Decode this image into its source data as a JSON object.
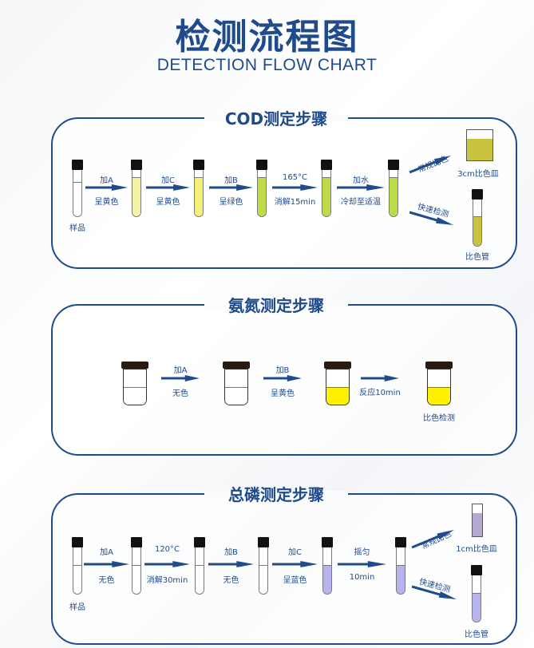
{
  "header": {
    "title": "检测流程图",
    "subtitle": "DETECTION FLOW CHART"
  },
  "colors": {
    "brand_blue": "#1f4a8c",
    "clear": "#ffffff",
    "pale_yellow": "#f6f2a8",
    "yellow": "#f4f07a",
    "yellow_green": "#bedc48",
    "olive": "#c8c440",
    "bright_yellow": "#fff200",
    "lavender": "#b7b3ee",
    "cuvette_lavender": "#b5a8d0"
  },
  "cod": {
    "title": "COD测定步骤",
    "sample_label": "样品",
    "steps": [
      {
        "top": "加A",
        "bottom": "呈黄色"
      },
      {
        "top": "加C",
        "bottom": "呈黄色"
      },
      {
        "top": "加B",
        "bottom": "呈绿色"
      },
      {
        "top": "165°C",
        "bottom": "消解15min"
      },
      {
        "top": "加水",
        "bottom": "冷却至适温"
      }
    ],
    "branch_up_label": "常规比色",
    "branch_down_label": "快速检测",
    "cuvette_label": "3cm比色皿",
    "tube_label": "比色管"
  },
  "ammonia": {
    "title": "氨氮测定步骤",
    "steps": [
      {
        "top": "加A",
        "bottom": "无色"
      },
      {
        "top": "加B",
        "bottom": "呈黄色"
      },
      {
        "top": "",
        "bottom": "反应10min"
      }
    ],
    "final_label": "比色检测"
  },
  "phosphorus": {
    "title": "总磷测定步骤",
    "sample_label": "样品",
    "steps": [
      {
        "top": "加A",
        "bottom": "无色"
      },
      {
        "top": "120°C",
        "bottom": "消解30min"
      },
      {
        "top": "加B",
        "bottom": "无色"
      },
      {
        "top": "加C",
        "bottom": "呈蓝色"
      },
      {
        "top": "摇匀",
        "bottom": "10min"
      }
    ],
    "branch_up_label": "常规比色",
    "branch_down_label": "快速检测",
    "cuvette_label": "1cm比色皿",
    "tube_label": "比色管"
  }
}
